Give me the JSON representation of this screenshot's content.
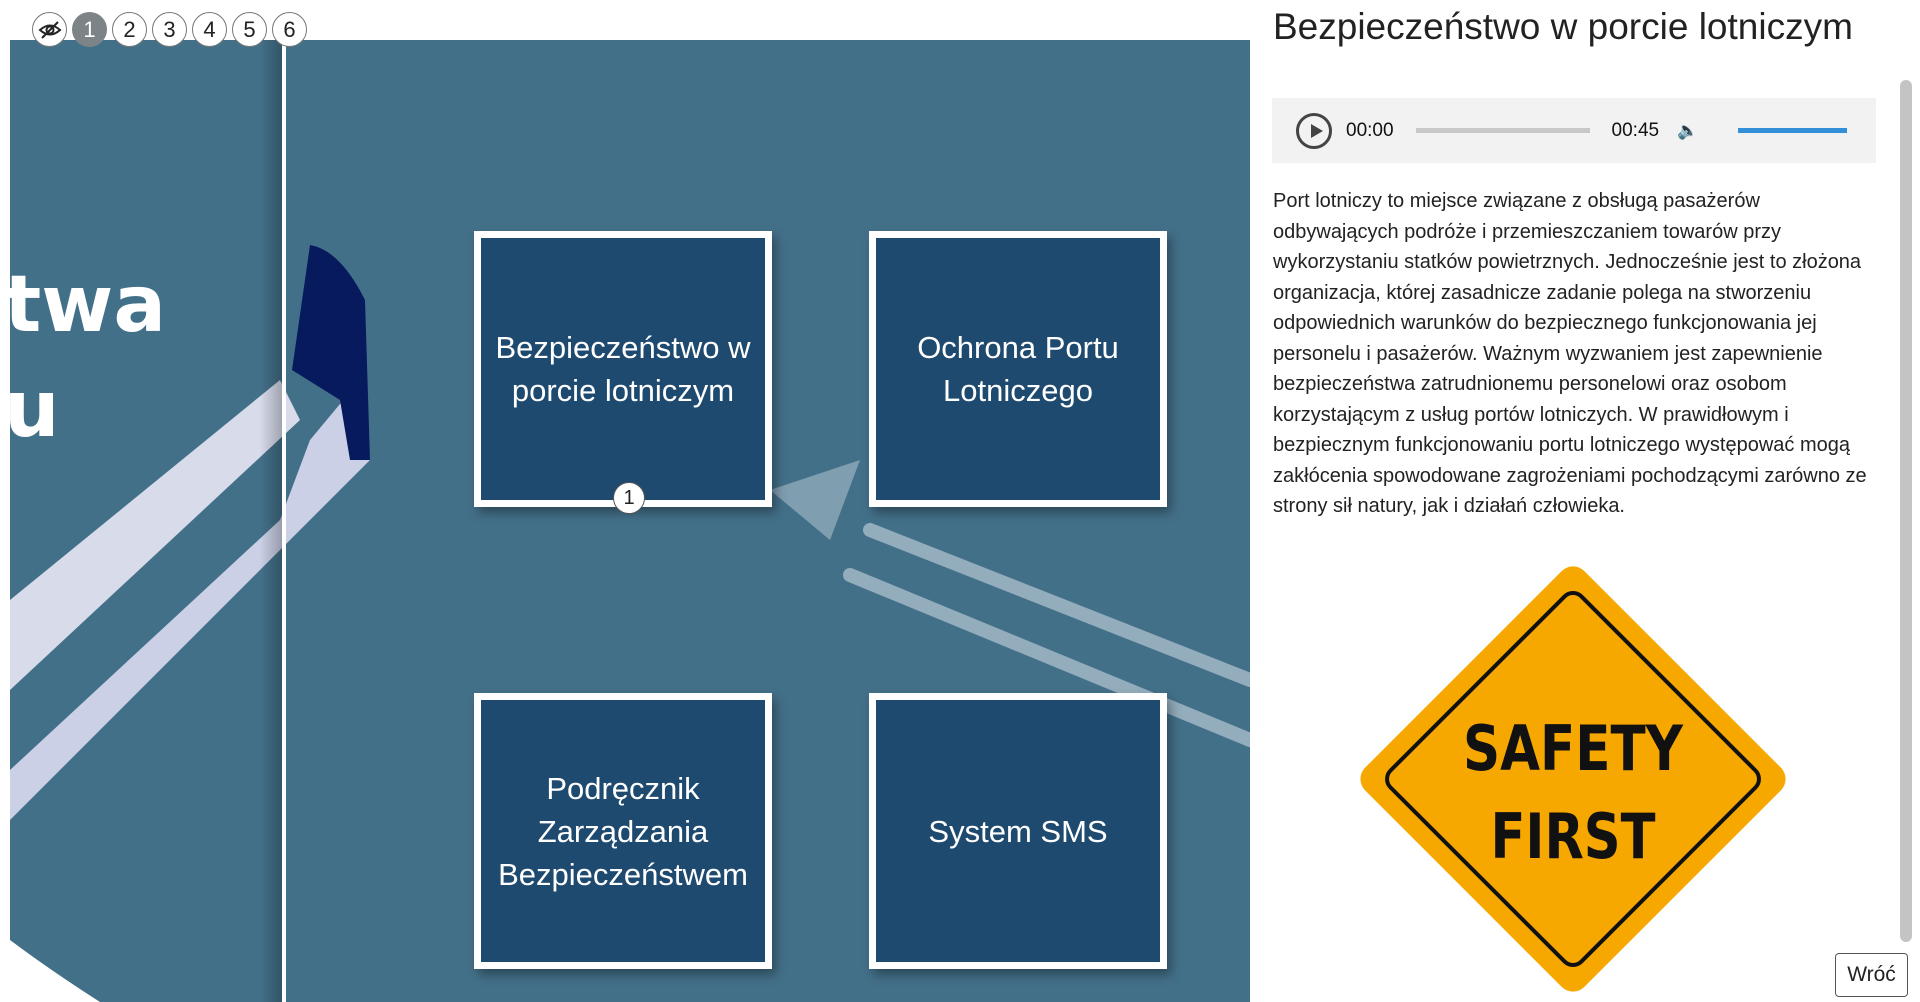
{
  "nav": {
    "hide_icon": "eye-slash-icon",
    "steps": [
      "1",
      "2",
      "3",
      "4",
      "5",
      "6"
    ],
    "active": "1"
  },
  "stage": {
    "heading_fragments": [
      "twa",
      "u"
    ],
    "tiles": [
      {
        "label": "Bezpieczeństwo w porcie lotniczym"
      },
      {
        "label": "Ochrona Portu Lotniczego"
      },
      {
        "label": "Podręcznik Zarządzania Bezpieczeństwem"
      },
      {
        "label": "System SMS"
      }
    ],
    "marker": "1"
  },
  "panel": {
    "title": "Bezpieczeństwo w porcie lotniczym",
    "audio": {
      "current": "00:00",
      "duration": "00:45",
      "progress": 0,
      "volume": 1.0,
      "accent": "#3390d8"
    },
    "description": "Port lotniczy to miejsce związane z obsługą pasażerów odbywających podróże i przemieszczaniem towarów przy wykorzystaniu statków powietrznych. Jednocześnie jest to złożona organizacja, której zasadnicze zadanie polega na stworzeniu odpowiednich warunków do bezpiecznego funkcjonowania jej personelu i pasażerów. Ważnym wyzwaniem jest zapewnienie bezpieczeństwa zatrudnionemu personelowi oraz osobom korzystającym z usług portów lotniczych. W prawidłowym i bezpiecznym funkcjonowaniu portu lotniczego występować mogą zakłócenia spowodowane zagrożeniami pochodzącymi zarówno ze strony sił natury, jak i działań człowieka.",
    "sign": {
      "line1": "SAFETY",
      "line2": "FIRST",
      "color": "#f7a800"
    },
    "back_label": "Wróć"
  }
}
